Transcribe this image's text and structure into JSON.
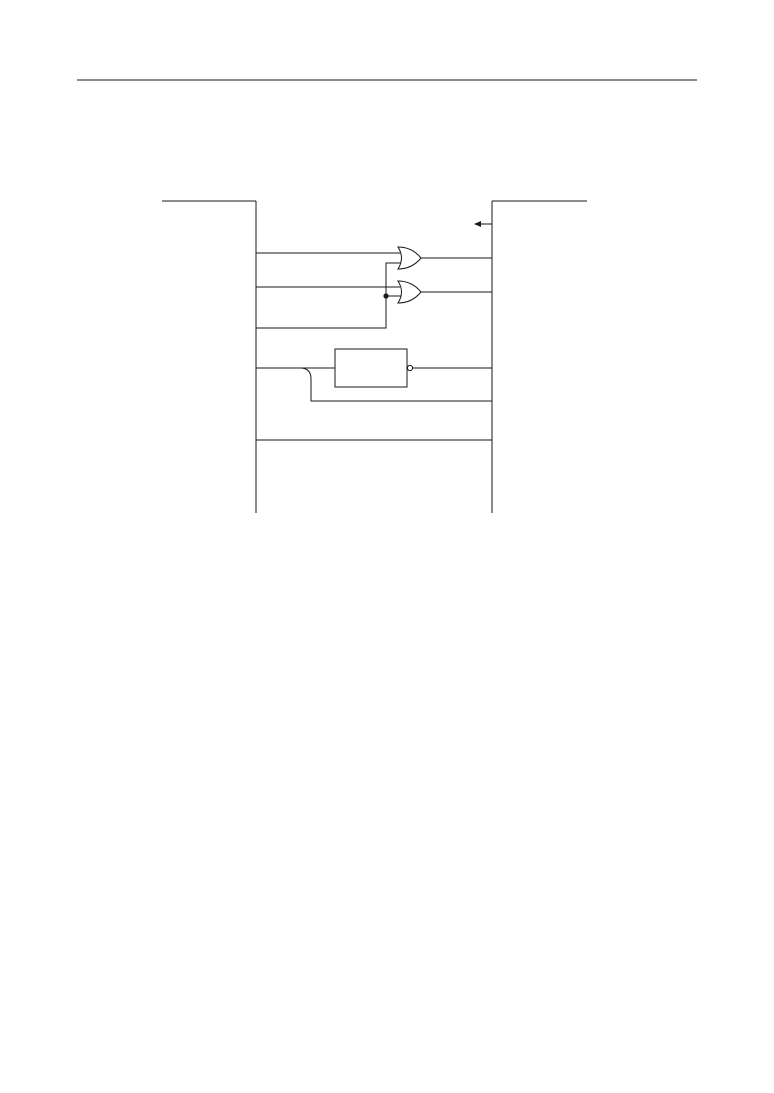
{
  "page": {
    "background": "#ffffff",
    "line_color": "#1a1a1a"
  },
  "diagram": {
    "kind": "logic-circuit-interconnect",
    "labels_printed": false,
    "left_connections": 6,
    "right_connections": 6,
    "components": [
      {
        "id": "or-gate-1",
        "type": "OR gate",
        "inputs": 2
      },
      {
        "id": "or-gate-2",
        "type": "OR gate",
        "inputs": 2
      },
      {
        "id": "block-inverted-output",
        "type": "functional block",
        "output_inverted": true
      },
      {
        "id": "junction-dot",
        "type": "wire junction"
      },
      {
        "id": "signal-arrow",
        "type": "direction arrow",
        "direction": "left"
      }
    ]
  }
}
